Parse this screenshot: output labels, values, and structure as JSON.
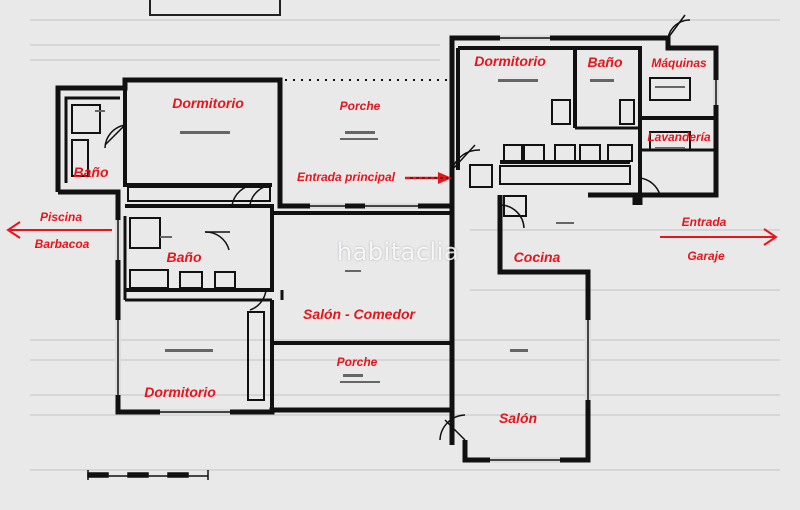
{
  "rooms": {
    "dormitorio_top_left": "Dormitorio",
    "porche_top": "Porche",
    "dormitorio_top_right": "Dormitorio",
    "bano_top_right": "Baño",
    "maquinas": "Máquinas",
    "lavanderia": "Lavandería",
    "bano_left": "Baño",
    "entrada_principal": "Entrada principal",
    "bano_center": "Baño",
    "cocina": "Cocina",
    "salon_comedor": "Salón - Comedor",
    "porche_bottom": "Porche",
    "dormitorio_bottom_left": "Dormitorio",
    "salon": "Salón"
  },
  "directions": {
    "piscina": "Piscina",
    "barbacoa": "Barbacoa",
    "entrada": "Entrada",
    "garaje": "Garaje"
  },
  "watermark": "habitaclia",
  "colors": {
    "label": "#e8141b",
    "wall": "#111111",
    "paper": "#e9e9ea"
  }
}
